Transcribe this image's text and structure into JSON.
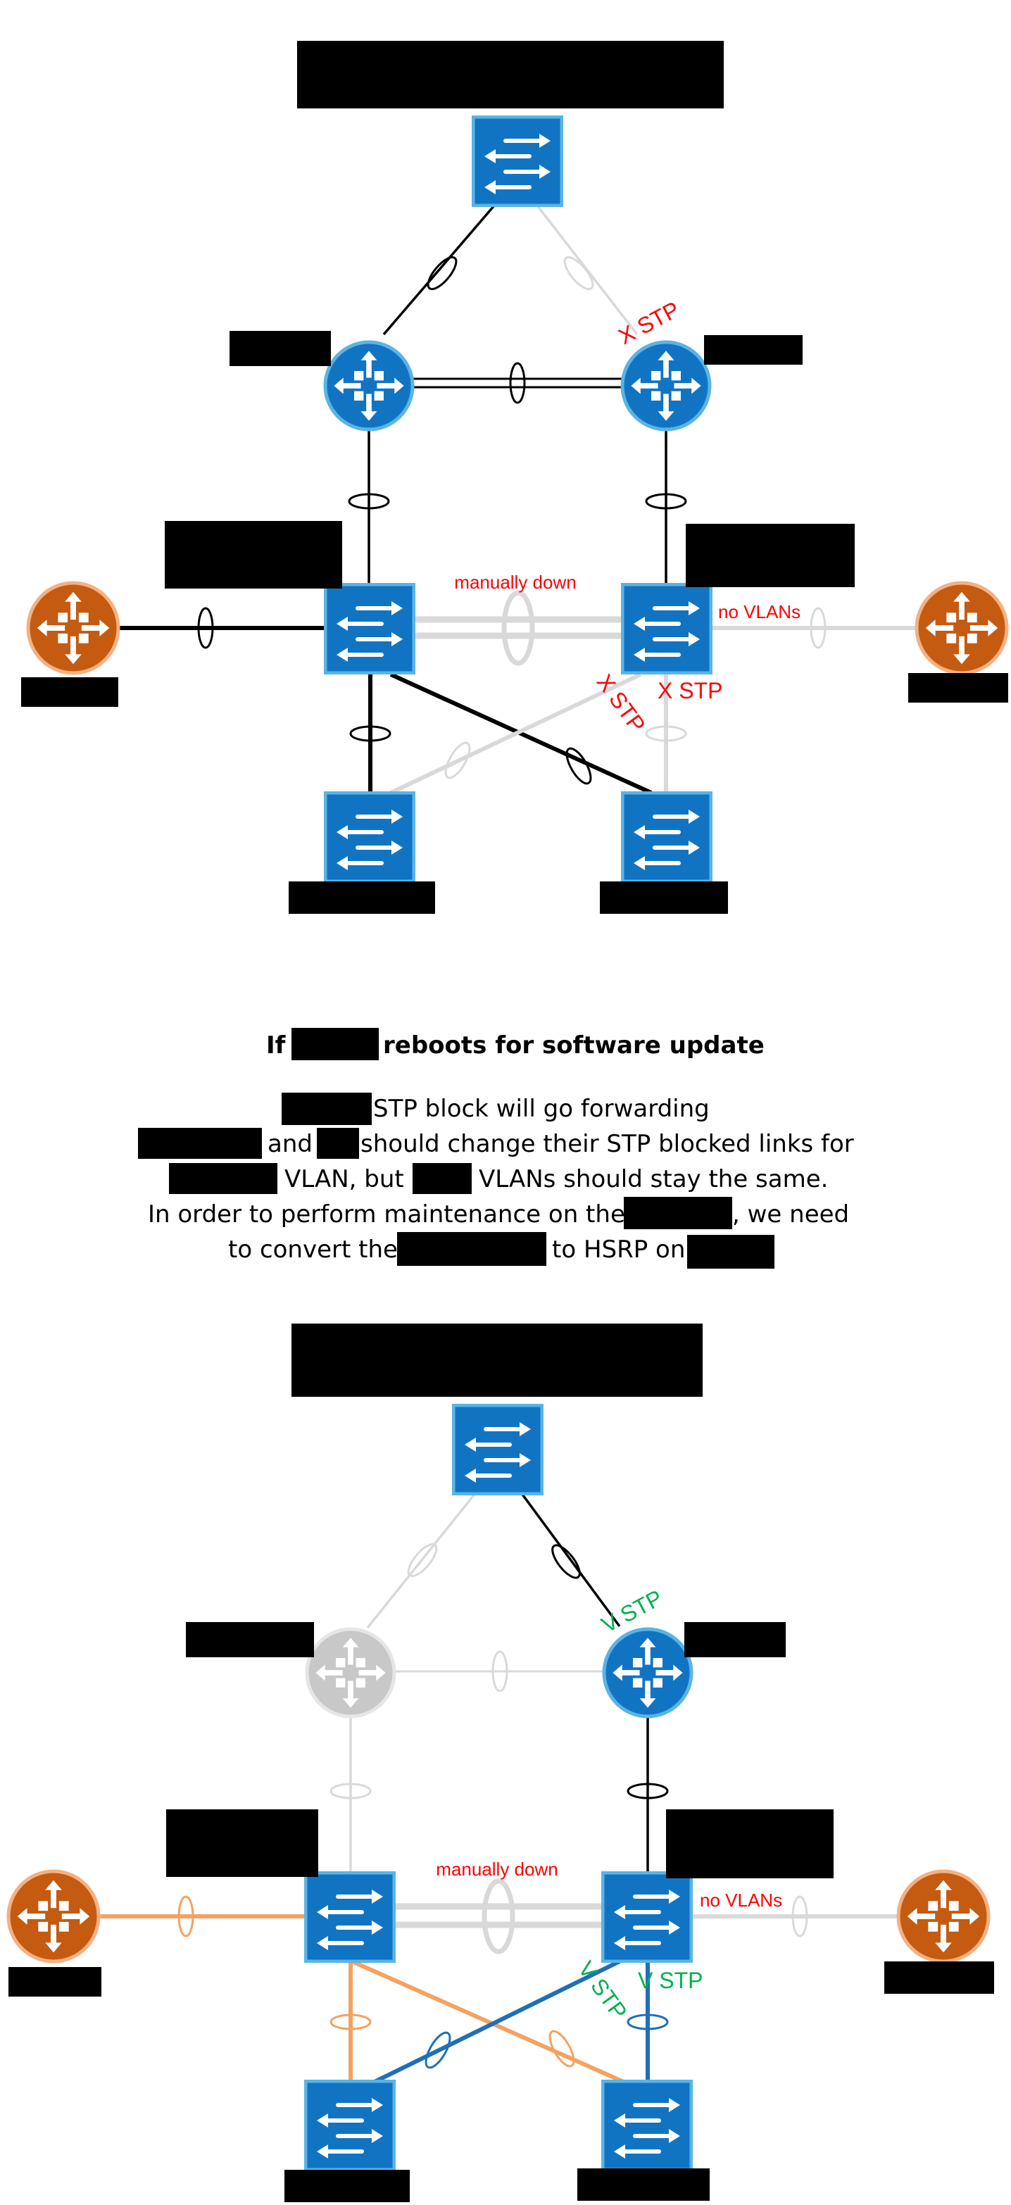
{
  "colors": {
    "switch_blue": "#1174c3",
    "switch_border": "#5ab4e4",
    "router_blue": "#1174c3",
    "router_orange": "#c55a11",
    "router_gray": "#c8c8c8",
    "link_black": "#000000",
    "link_gray": "#d9d9d9",
    "link_orange": "#f4a261",
    "link_blue": "#1f6fb7",
    "stp_red": "#ff0000",
    "stp_green": "#00b050",
    "redaction": "#000000"
  },
  "top_diagram": {
    "manual_label": "manually down",
    "no_vlans_label": "no VLANs",
    "stp_label_core": "X STP",
    "stp_label_cross": "X STP",
    "stp_label_right": "X STP"
  },
  "middle_text": {
    "heading_prefix": "If",
    "heading_suffix": "reboots for software update",
    "line1_suffix": "STP block will go forwarding",
    "line2_mid": "and",
    "line2_suffix": "should change their STP blocked links for",
    "line3_mid": "VLAN, but",
    "line3_suffix": "VLANs should stay the same.",
    "line4_prefix": "In order to perform maintenance on the",
    "line4_suffix": ", we need",
    "line5_prefix": "to convert the",
    "line5_mid": "to HSRP on"
  },
  "bottom_diagram": {
    "manual_label": "manually down",
    "no_vlans_label": "no VLANs",
    "stp_label_core": "V STP",
    "stp_label_cross": "V STP",
    "stp_label_right": "V STP"
  }
}
